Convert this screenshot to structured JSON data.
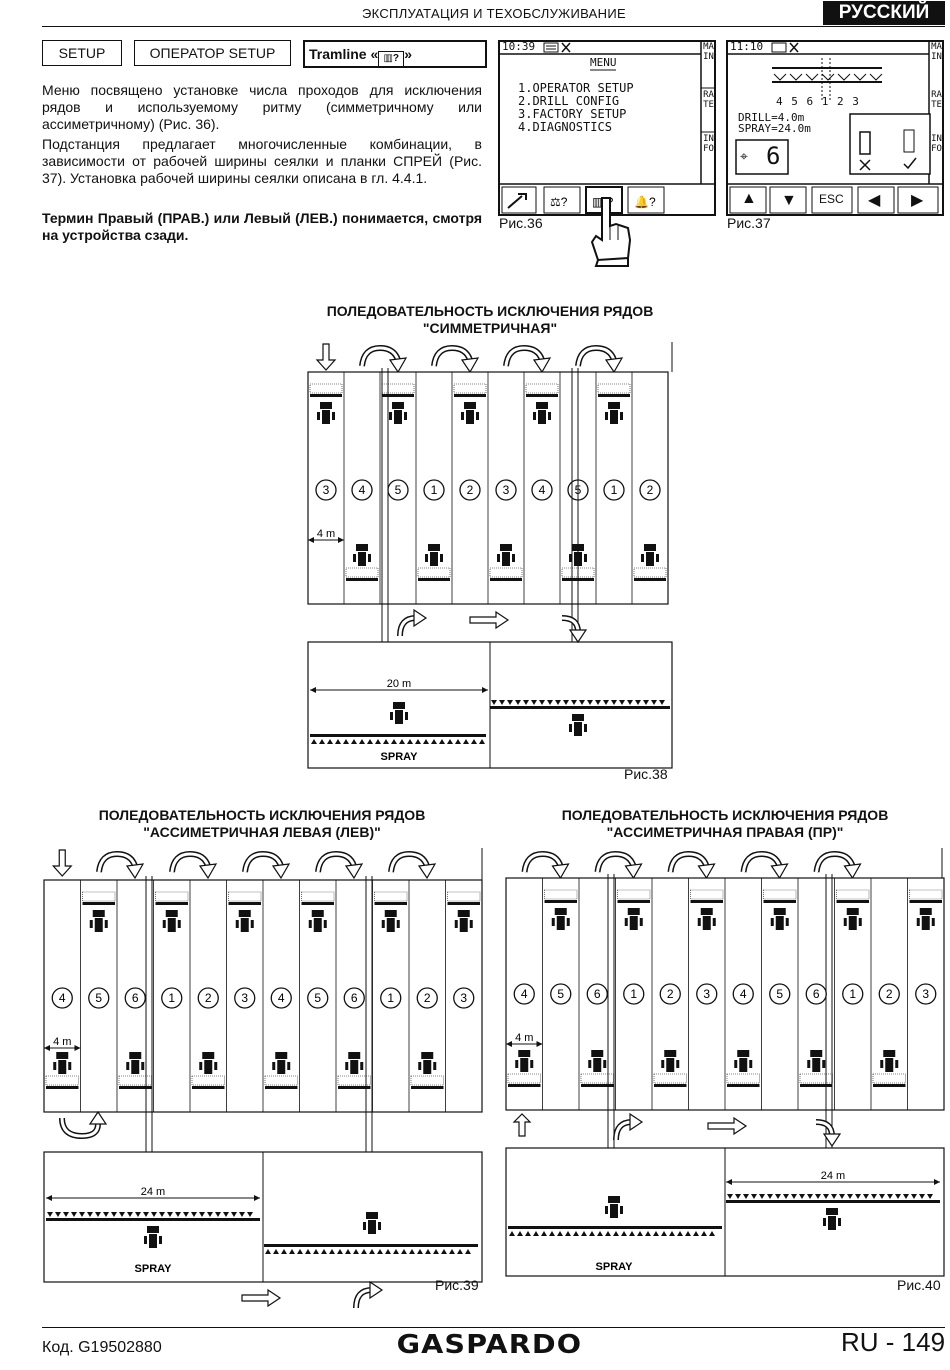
{
  "header": {
    "section_title": "ЭКСПЛУАТАЦИЯ И ТЕХОБСЛУЖИВАНИЕ",
    "language": "РУССКИЙ"
  },
  "breadcrumb": {
    "item1": "SETUP",
    "item2": "ОПЕРАТОР SETUP",
    "item3": "Tramline «",
    "item3_icon": "tramline-icon",
    "item3_end": "»"
  },
  "body": {
    "p1": "Меню посвящено установке числа проходов для исключения рядов и используемому ритму (симметричному или ассиметричному) (Рис. 36).",
    "p2": "Подстанция предлагает многочисленные комбинации, в зависимости от рабочей ширины сеялки и планки СПРЕЙ (Рис. 37). Установка рабочей ширины сеялки описана в гл. 4.4.1.",
    "p3": "Термин Правый (ПРАВ.) или Левый  (ЛЕВ.) понимается, смотря на устройства сзади."
  },
  "fig36": {
    "label": "Рис.36",
    "time": "10:39",
    "menu_title": "MENU",
    "items": [
      "1.OPERATOR SETUP",
      "2.DRILL CONFIG",
      "3.FACTORY SETUP",
      "4.DIAGNOSTICS"
    ],
    "side_tabs": [
      "MAIN",
      "RATE",
      "INFO"
    ]
  },
  "fig37": {
    "label": "Рис.37",
    "time": "11:10",
    "sequence": "4 5 6 1 2 3",
    "drill": "DRILL=4.0m",
    "spray": "SPRAY=24.0m",
    "value": "6",
    "esc": "ESC",
    "side_tabs": [
      "MAIN",
      "RATE",
      "INFO"
    ]
  },
  "diagram_sym": {
    "title1": "ПОЛЕДОВАТЕЛЬНОСТЬ ИСКЛЮЧЕНИЯ РЯДОВ",
    "title2": "\"СИММЕТРИЧНАЯ\"",
    "numbers": [
      "3",
      "4",
      "5",
      "1",
      "2",
      "3",
      "4",
      "5",
      "1",
      "2"
    ],
    "row_width": "4 m",
    "spray_width": "20 m",
    "spray_label": "SPRAY",
    "label": "Рис.38"
  },
  "diagram_left": {
    "title1": "ПОЛЕДОВАТЕЛЬНОСТЬ ИСКЛЮЧЕНИЯ РЯДОВ",
    "title2": "\"АССИМЕТРИЧНАЯ ЛЕВАЯ (ЛЕВ)\"",
    "numbers": [
      "4",
      "5",
      "6",
      "1",
      "2",
      "3",
      "4",
      "5",
      "6",
      "1",
      "2",
      "3"
    ],
    "row_width": "4 m",
    "spray_width": "24 m",
    "spray_label": "SPRAY",
    "label": "Рис.39"
  },
  "diagram_right": {
    "title1": "ПОЛЕДОВАТЕЛЬНОСТЬ ИСКЛЮЧЕНИЯ РЯДОВ",
    "title2": "\"АССИМЕТРИЧНАЯ ПРАВАЯ (ПР)\"",
    "numbers": [
      "4",
      "5",
      "6",
      "1",
      "2",
      "3",
      "4",
      "5",
      "6",
      "1",
      "2",
      "3"
    ],
    "row_width": "4 m",
    "spray_width": "24 m",
    "spray_label": "SPRAY",
    "label": "Рис.40"
  },
  "footer": {
    "code": "Код.  G19502880",
    "brand": "GASPARDO",
    "page": "RU - 149"
  }
}
